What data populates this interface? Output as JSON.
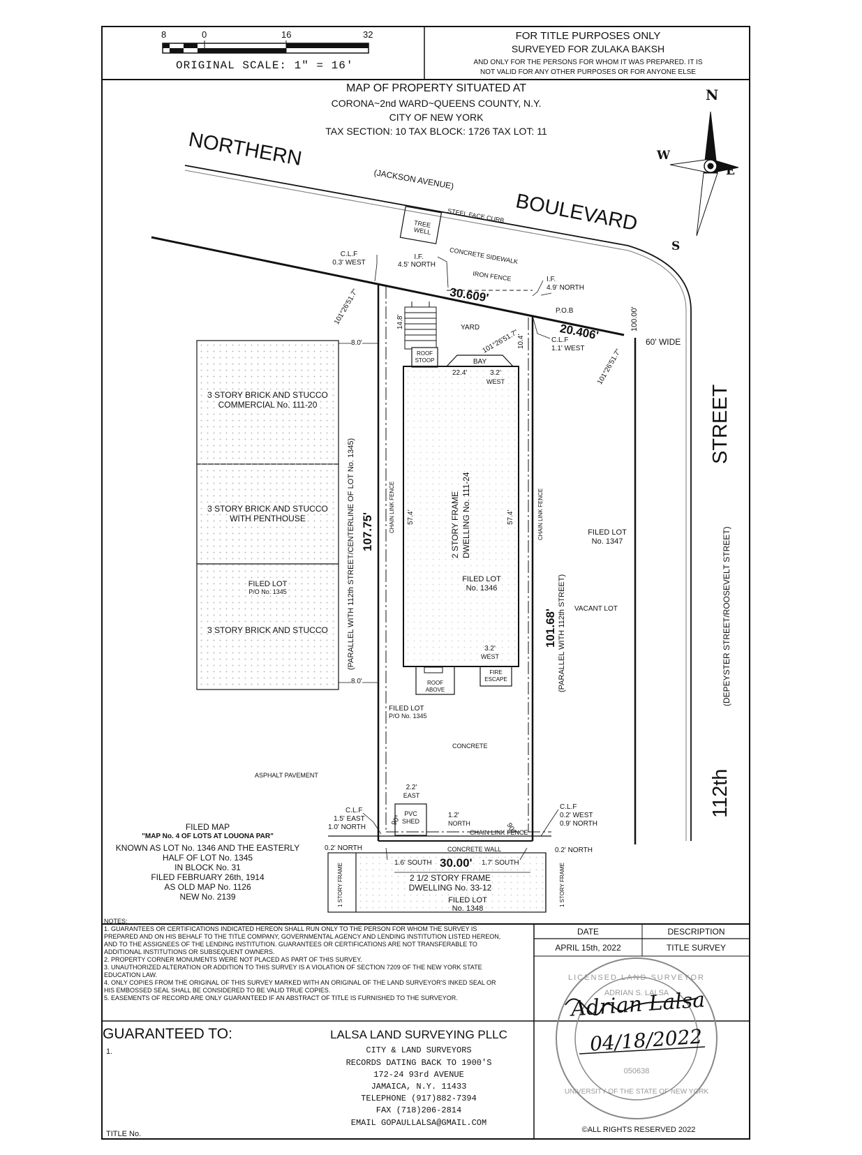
{
  "scale": {
    "ticks": [
      "8",
      "0",
      "16",
      "32"
    ],
    "original_scale": "ORIGINAL SCALE:  1\"  =  16'"
  },
  "title_box": {
    "line1": "FOR TITLE PURPOSES ONLY",
    "line2": "SURVEYED FOR ZULAKA BAKSH",
    "line3": "AND ONLY FOR THE PERSONS FOR WHOM IT WAS PREPARED. IT IS",
    "line4": "NOT VALID FOR ANY OTHER PURPOSES OR FOR ANYONE ELSE"
  },
  "map_heading": {
    "line1": "MAP OF PROPERTY SITUATED AT",
    "line2": "CORONA~2nd WARD~QUEENS COUNTY, N.Y.",
    "line3": "CITY OF NEW YORK",
    "line4": "TAX SECTION: 10 TAX BLOCK: 1726 TAX LOT: 11"
  },
  "compass": {
    "n": "N",
    "s": "S",
    "e": "E",
    "w": "W"
  },
  "streets": {
    "northern": "NORTHERN",
    "jackson": "(JACKSON AVENUE)",
    "boulevard": "BOULEVARD",
    "street": "STREET",
    "street_112": "112th",
    "depeyster": "(DEPEYSTER STREET/ROOSEVELT STREET)",
    "width": "60' WIDE"
  },
  "labels": {
    "tree_well_1": "TREE",
    "tree_well_2": "WELL",
    "steel_face_curb": "STEEL FACE CURB",
    "concrete_sidewalk": "CONCRETE SIDEWALK",
    "iron_fence": "IRON FENCE",
    "clf_03_1": "C.L.F",
    "clf_03_2": "0.3' WEST",
    "if_45_1": "I.F.",
    "if_45_2": "4.5' NORTH",
    "if_49_1": "I.F.",
    "if_49_2": "4.9' NORTH",
    "pob": "P.O.B",
    "front_dim": "30.609'",
    "east_front_dim": "20.406'",
    "dim_100": "100.00'",
    "angle_w": "101°26'51.7\"",
    "angle_c": "101°26'51.7\"",
    "angle_e": "101°26'51.7\"",
    "clf_11_1": "C.L.F",
    "clf_11_2": "1.1' WEST",
    "yard": "YARD",
    "dim_148": "14.8'",
    "dim_104": "10.4'",
    "roof_stoop_1": "ROOF",
    "roof_stoop_2": "STOOP",
    "bay": "BAY",
    "dim_224": "22.4'",
    "dim_32a_1": "3.2'",
    "dim_32a_2": "WEST",
    "dwelling_1": "2 STORY FRAME",
    "dwelling_2": "DWELLING No. 111-24",
    "dim_574_l": "57.4'",
    "dim_574_r": "57.4'",
    "chain_fence_l": "CHAIN LINK FENCE",
    "chain_fence_r": "CHAIN LINK FENCE",
    "filed_1346_1": "FILED LOT",
    "filed_1346_2": "No. 1346",
    "dim_32b_1": "3.2'",
    "dim_32b_2": "WEST",
    "roof_above_1": "ROOF",
    "roof_above_2": "ABOVE",
    "fire_escape_1": "FIRE",
    "fire_escape_2": "ESCAPE",
    "filed_po_1": "FILED LOT",
    "filed_po_2": "P/O No. 1345",
    "concrete": "CONCRETE",
    "asphalt": "ASPHALT PAVEMENT",
    "dim_22_1": "2.2'",
    "dim_22_2": "EAST",
    "pvc_1": "PVC",
    "pvc_2": "SHED",
    "dim_12_1": "1.2'",
    "dim_12_2": "NORTH",
    "chain_fence_s": "CHAIN LINK FENCE",
    "deg90_l": "90°",
    "deg90_r": "90°",
    "clf_15_1": "C.L.F",
    "clf_15_2": "1.5' EAST",
    "clf_15_3": "1.0' NORTH",
    "clf_02_1": "C.L.F",
    "clf_02_2": "0.2' WEST",
    "clf_02_3": "0.9' NORTH",
    "north_02_l": "0.2' NORTH",
    "north_02_r": "0.2' NORTH",
    "concrete_wall": "CONCRETE WALL",
    "south_16": "1.6' SOUTH",
    "rear_dim": "30.00'",
    "south_17": "1.7' SOUTH",
    "left_dim": "107.75'",
    "left_parallel": "(PARALLEL WITH 112th STREET/CENTERLINE OF LOT No. 1345)",
    "right_dim": "101.68'",
    "right_parallel": "(PARALLEL WITH 112th STREET)",
    "filed_1347_1": "FILED LOT",
    "filed_1347_2": "No. 1347",
    "vacant": "VACANT LOT",
    "dim_80_top": "8.0'",
    "dim_80_bot": "8.0'",
    "comm_1": "3 STORY BRICK AND STUCCO",
    "comm_2": "COMMERCIAL No. 111-20",
    "pent_1": "3 STORY BRICK AND STUCCO",
    "pent_2": "WITH PENTHOUSE",
    "po1345_1": "FILED LOT",
    "po1345_2": "P/O No. 1345",
    "brick_3": "3 STORY BRICK AND STUCCO",
    "rear_dw_1": "2 1/2 STORY FRAME",
    "rear_dw_2": "DWELLING No. 33-12",
    "filed_1348_1": "FILED LOT",
    "filed_1348_2": "No. 1348",
    "one_story_l": "1 STORY FRAME",
    "one_story_r": "1 STORY FRAME"
  },
  "filed_map": {
    "line1": "FILED MAP",
    "line2": "\"MAP No. 4 OF LOTS AT LOUONA PAR\"",
    "line3": "KNOWN AS LOT No. 1346 AND THE EASTERLY",
    "line4": "HALF OF LOT No. 1345",
    "line5": "IN BLOCK No. 31",
    "line6": "FILED FEBRUARY 26th, 1914",
    "line7": "AS OLD MAP No. 1126",
    "line8": "NEW No. 2139"
  },
  "notes": {
    "title": "NOTES:",
    "n1a": "1. GUARANTEES OR CERTIFICATIONS INDICATED HEREON SHALL RUN ONLY TO THE PERSON FOR WHOM THE SURVEY IS",
    "n1b": "PREPARED AND ON HIS BEHALF TO THE TITLE COMPANY, GOVERNMENTAL AGENCY AND LENDING INSTITUTION LISTED HEREON,",
    "n1c": "AND TO THE ASSIGNEES OF THE LENDING INSTITUTION. GUARANTEES OR CERTIFICATIONS ARE NOT TRANSFERABLE TO",
    "n1d": "ADDITIONAL INSTITUTIONS OR SUBSEQUENT OWNERS.",
    "n2": "2. PROPERTY CORNER MONUMENTS WERE NOT PLACED AS PART OF THIS SURVEY.",
    "n3a": "3. UNAUTHORIZED ALTERATION OR ADDITION TO THIS SURVEY IS A VIOLATION OF SECTION 7209 OF THE NEW YORK STATE",
    "n3b": "EDUCATION LAW.",
    "n4a": "4. ONLY COPIES FROM THE ORIGINAL OF THIS SURVEY MARKED WITH AN ORIGINAL OF THE LAND SURVEYOR'S INKED SEAL OR",
    "n4b": "HIS EMBOSSED SEAL SHALL BE CONSIDERED TO BE VALID TRUE COPIES.",
    "n5": "5. EASEMENTS OF RECORD ARE ONLY GUARANTEED IF AN ABSTRACT OF TITLE IS FURNISHED TO THE SURVEYOR."
  },
  "revision": {
    "date_header": "DATE",
    "desc_header": "DESCRIPTION",
    "date": "APRIL 15th, 2022",
    "desc": "TITLE SURVEY"
  },
  "guarantee": {
    "title": "GUARANTEED TO:",
    "item1": "1.",
    "title_no": "TITLE No."
  },
  "company": {
    "name": "LALSA LAND SURVEYING PLLC",
    "line1": "CITY & LAND SURVEYORS",
    "line2": "RECORDS DATING BACK TO 1900'S",
    "line3": "172-24 93rd AVENUE",
    "line4": "JAMAICA, N.Y. 11433",
    "line5": "TELEPHONE (917)882-7394",
    "line6": "FAX (718)206-2814",
    "line7": "EMAIL GOPAULLALSA@GMAIL.COM"
  },
  "seal": {
    "signature": "Adrian Lalsa",
    "date": "04/18/2022",
    "ring_top": "LICENSED LAND SURVEYOR",
    "name": "ADRIAN S. LALSA",
    "ring_bottom": "UNIVERSITY OF THE STATE OF NEW YORK",
    "number": "050638"
  },
  "copyright": "©ALL RIGHTS RESERVED 2022"
}
